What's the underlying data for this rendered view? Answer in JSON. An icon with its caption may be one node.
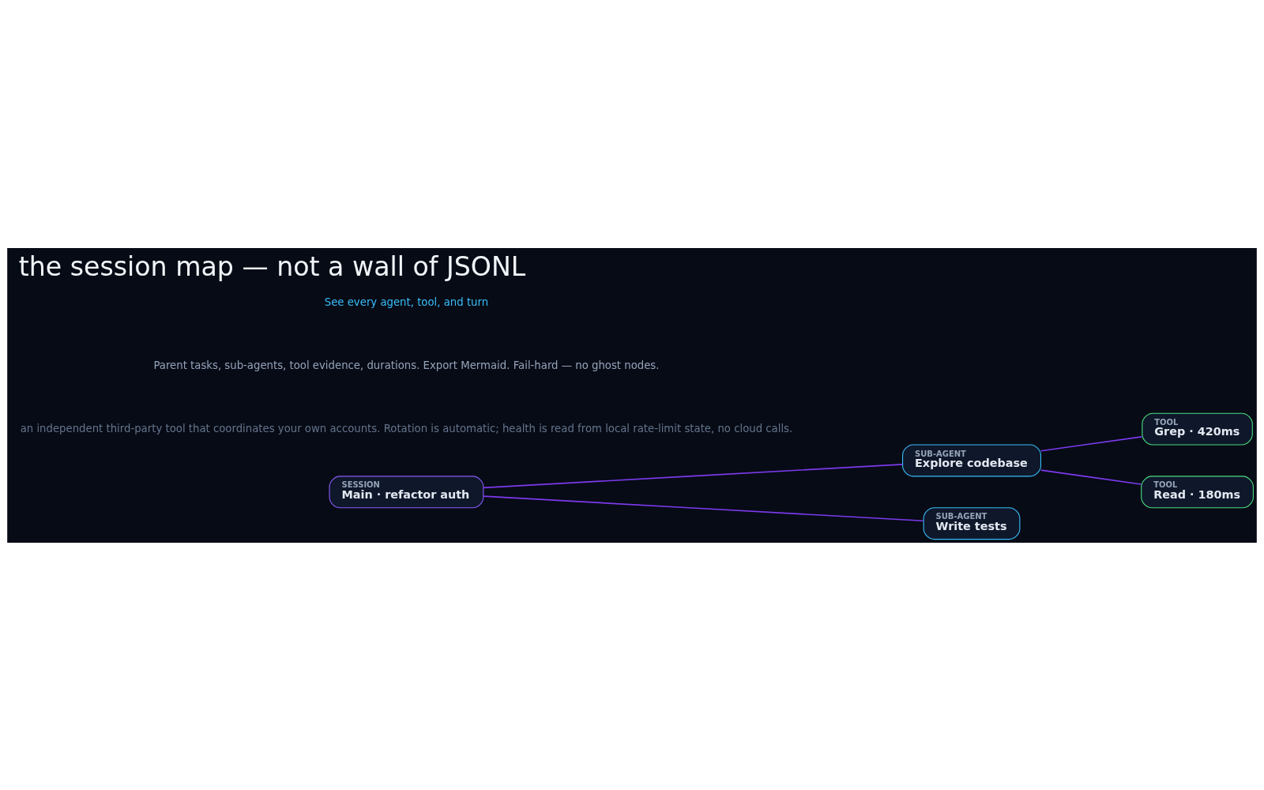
{
  "diagram": {
    "title": "the session map — not a wall of JSONL",
    "nodes": [
      {
        "text": [
          "SESSION",
          "Main · refactor auth"
        ]
      },
      {
        "text": [
          "SUB-AGENT",
          "Explore codebase"
        ]
      },
      {
        "text": [
          "SUB-AGENT",
          "Write tests"
        ]
      },
      {
        "text": [
          "TOOL",
          "Grep · 420ms"
        ]
      },
      {
        "text": [
          "TOOL",
          "Read · 180ms"
        ]
      }
    ],
    "edges": [
      {
        "from": 0,
        "to": 1,
        "arrow": "none"
      },
      {
        "from": 0,
        "to": 2,
        "arrow": "none"
      },
      {
        "from": 1,
        "to": 3,
        "arrow": "none"
      },
      {
        "from": 1,
        "to": 4,
        "arrow": "none"
      }
    ],
    "labels": [
      "See every agent, tool, and turn",
      "Parent tasks, sub-agents, tool evidence, durations. Export Mermaid. Fail-hard — no ghost nodes.",
      "an independent third-party tool that coordinates your own accounts. Rotation is automatic; health is read from local rate-limit state, no cloud calls."
    ]
  }
}
